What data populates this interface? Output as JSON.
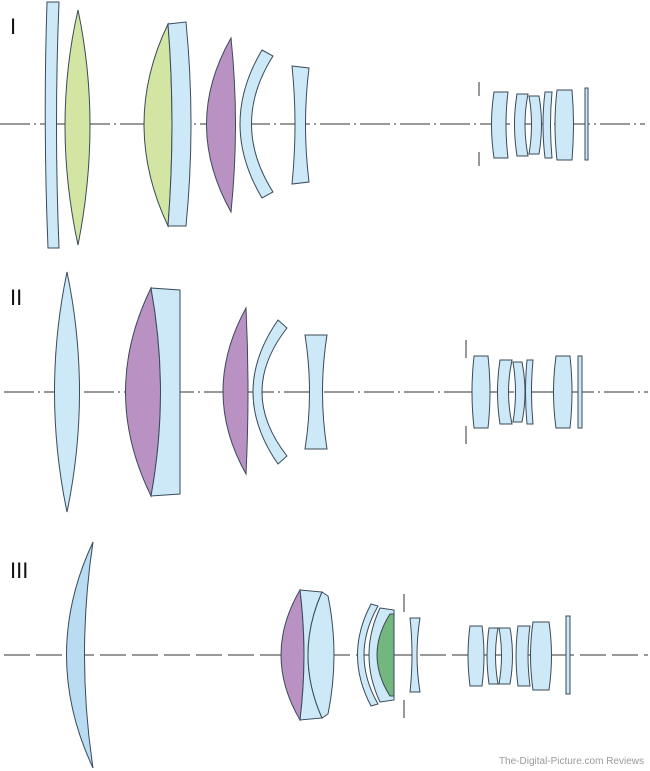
{
  "panels": [
    {
      "id": "I",
      "label": "I"
    },
    {
      "id": "II",
      "label": "II"
    },
    {
      "id": "III",
      "label": "III"
    }
  ],
  "watermark": "The-Digital-Picture.com Reviews",
  "colors": {
    "element_blue": "#cde9f7",
    "element_green": "#d3e5a2",
    "element_purple": "#b992c3",
    "element_dark_green": "#74b77e",
    "outline": "#3a4a5a"
  }
}
